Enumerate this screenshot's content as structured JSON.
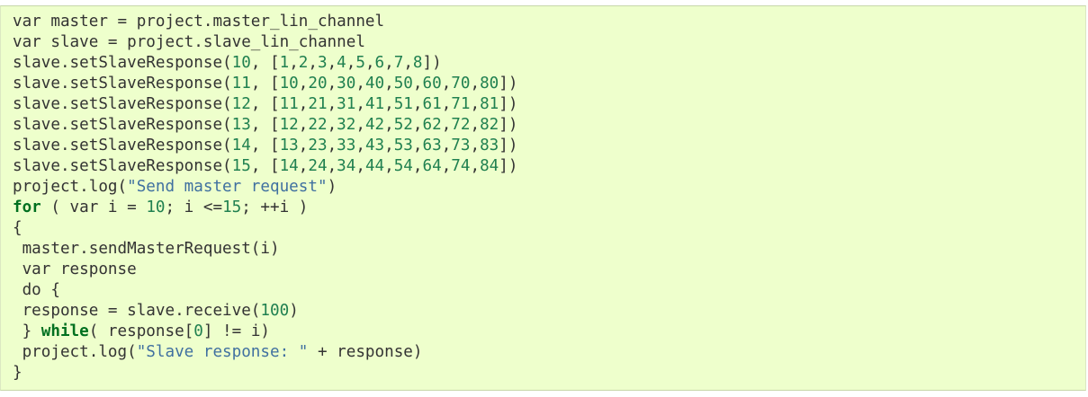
{
  "code": {
    "lines": [
      "var master = project.master_lin_channel",
      "var slave = project.slave_lin_channel",
      "slave.setSlaveResponse(10, [1,2,3,4,5,6,7,8])",
      "slave.setSlaveResponse(11, [10,20,30,40,50,60,70,80])",
      "slave.setSlaveResponse(12, [11,21,31,41,51,61,71,81])",
      "slave.setSlaveResponse(13, [12,22,32,42,52,62,72,82])",
      "slave.setSlaveResponse(14, [13,23,33,43,53,63,73,83])",
      "slave.setSlaveResponse(15, [14,24,34,44,54,64,74,84])",
      "project.log(\"Send master request\")",
      "for ( var i = 10; i <=15; ++i )",
      "{",
      " master.sendMasterRequest(i)",
      " var response",
      " do {",
      " response = slave.receive(100)",
      " } while( response[0] != i)",
      " project.log(\"Slave response: \" + response)",
      "}"
    ]
  },
  "colors": {
    "background": "#eeffcc",
    "text": "#333333",
    "number": "#208050",
    "string": "#4070a0",
    "keyword": "#007020"
  }
}
